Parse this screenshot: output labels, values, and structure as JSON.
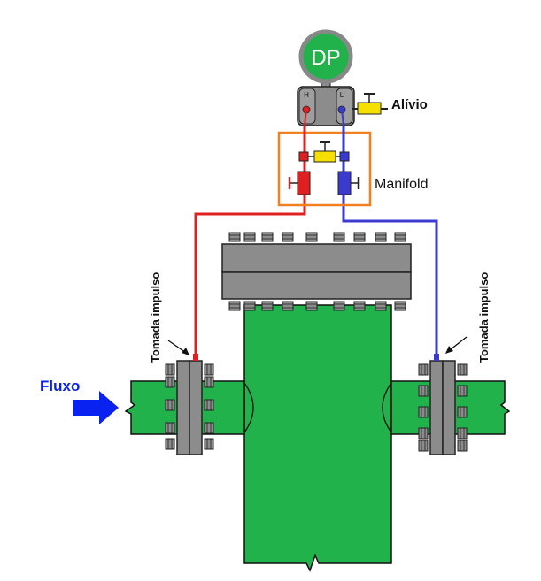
{
  "instrument": {
    "label": "DP",
    "high_port": "H",
    "low_port": "L"
  },
  "labels": {
    "relief": "Alívio",
    "manifold": "Manifold",
    "flow": "Fluxo",
    "tap_left": "Tomada impulso",
    "tap_right": "Tomada impulso"
  },
  "colors": {
    "process": "#22b24c",
    "high_side": "#e02020",
    "low_side": "#3a3ad0",
    "valve": "#f5e000",
    "manifold_box": "#f08020",
    "flow_arrow": "#0a22f0",
    "flange": "#8c8c8c"
  }
}
